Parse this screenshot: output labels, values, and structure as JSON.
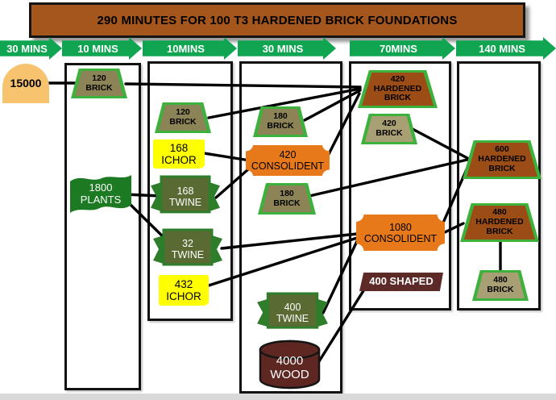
{
  "title": "290 MINUTES FOR 100 T3 HARDENED BRICK FOUNDATIONS",
  "timeline": {
    "arrows": [
      "30 MINS",
      "10 MINS",
      "10MINS",
      "30 MINS",
      "70MINS",
      "140 MINS"
    ]
  },
  "nodes": {
    "qty15000": {
      "text": "15000"
    },
    "brickA120": {
      "text": "120\nBRICK"
    },
    "plants1800": {
      "text": "1800\nPLANTS"
    },
    "brickB120": {
      "text": "120\nBRICK"
    },
    "ichor168": {
      "text": "168\nICHOR"
    },
    "twine168": {
      "text": "168\nTWINE"
    },
    "twine32": {
      "text": "32\nTWINE"
    },
    "ichor432": {
      "text": "432\nICHOR"
    },
    "brick180a": {
      "text": "180\nBRICK"
    },
    "cons420": {
      "text": "420\nCONSOLIDENT"
    },
    "brick180b": {
      "text": "180\nBRICK"
    },
    "twine400": {
      "text": "400\nTWINE"
    },
    "wood4000": {
      "text": "4000\nWOOD"
    },
    "hard420": {
      "text": "420\nHARDENED\nBRICK"
    },
    "brick420": {
      "text": "420\nBRICK"
    },
    "cons1080": {
      "text": "1080\nCONSOLIDENT"
    },
    "shaped400": {
      "text": "400 SHAPED"
    },
    "hard600": {
      "text": "600\nHARDENED\nBRICK"
    },
    "hard480": {
      "text": "480\nHARDENED\nBRICK"
    },
    "brick480": {
      "text": "480\nBRICK"
    }
  },
  "edges": [
    {
      "from": "qty-15000",
      "to": "brick-120-a",
      "points": [
        60,
        103,
        95,
        103
      ]
    },
    {
      "from": "brick-120-a",
      "to": "hardened-420",
      "points": [
        156,
        104,
        447,
        108
      ]
    },
    {
      "from": "brick-120-b",
      "to": "hardened-420",
      "points": [
        259,
        146,
        447,
        110
      ]
    },
    {
      "from": "brick-180-a",
      "to": "hardened-420",
      "points": [
        378,
        149,
        447,
        112
      ]
    },
    {
      "from": "consolident-420",
      "to": "hardened-420",
      "points": [
        407,
        193,
        446,
        116
      ]
    },
    {
      "from": "ichor-168",
      "to": "consolident-420",
      "points": [
        253,
        190,
        310,
        199
      ]
    },
    {
      "from": "twine-168",
      "to": "consolident-420",
      "points": [
        268,
        245,
        308,
        210
      ]
    },
    {
      "from": "plants-1800",
      "to": "twine-168",
      "points": [
        155,
        241,
        200,
        243
      ]
    },
    {
      "from": "plants-1800",
      "to": "twine-32",
      "points": [
        154,
        246,
        212,
        303
      ]
    },
    {
      "from": "twine-32",
      "to": "consolident-1080",
      "points": [
        275,
        308,
        443,
        290
      ]
    },
    {
      "from": "ichor-432",
      "to": "consolident-1080",
      "points": [
        259,
        354,
        443,
        295
      ]
    },
    {
      "from": "twine-400",
      "to": "consolident-1080",
      "points": [
        401,
        388,
        444,
        297
      ]
    },
    {
      "from": "wood-4000",
      "to": "shaped-400",
      "points": [
        396,
        448,
        452,
        359
      ]
    },
    {
      "from": "brick-180-b",
      "to": "hardened-600",
      "points": [
        384,
        243,
        580,
        198
      ]
    },
    {
      "from": "brick-420",
      "to": "hardened-600",
      "points": [
        512,
        160,
        580,
        196
      ]
    },
    {
      "from": "consolident-1080",
      "to": "hardened-600",
      "points": [
        547,
        283,
        583,
        201
      ]
    },
    {
      "from": "consolident-1080",
      "to": "hardened-480",
      "points": [
        552,
        288,
        575,
        277
      ]
    },
    {
      "from": "hardened-480",
      "to": "brick-480",
      "points": [
        621,
        300,
        621,
        337
      ]
    }
  ],
  "colors": {
    "banner": "#A4561C",
    "arrow": "#10A551",
    "trapBorder": "#3CB13C",
    "brick": "#8C8456",
    "brickLight": "#A89F74",
    "hardened": "#9C4D16",
    "ichor": "#FFFF00",
    "twineBody": "#5A6A33",
    "twineTail": "#2E7D2B",
    "plants": "#1C7A22",
    "consolident": "#E8791B",
    "wood": "#5E2722",
    "shaped": "#5E2A28",
    "arch": "#F8C36F",
    "bottomStrip": "#D9D9D9"
  }
}
